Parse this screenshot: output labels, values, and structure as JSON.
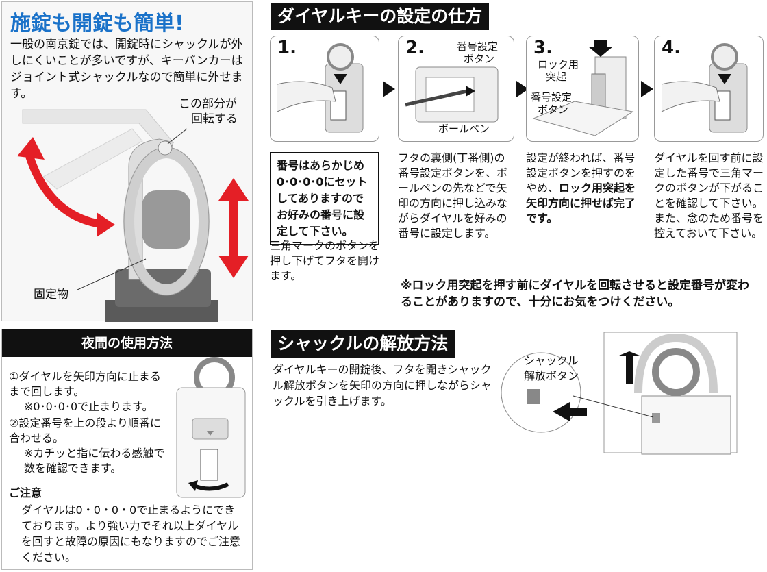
{
  "top_left": {
    "title": "施錠も開錠も簡単!",
    "description": "一般の南京錠では、開錠時にシャックルが外しにくいことが多いですが、キーバンカーはジョイント式シャックルなので簡単に外せます。",
    "label_rotate_1": "この部分が",
    "label_rotate_2": "回転する",
    "label_fixed": "固定物"
  },
  "dial_setting": {
    "title": "ダイヤルキーの設定の仕方",
    "steps": [
      {
        "num": "1."
      },
      {
        "num": "2.",
        "label_button_1": "番号設定",
        "label_button_2": "ボタン",
        "label_pen": "ボールペン"
      },
      {
        "num": "3.",
        "label_lock_1": "ロック用",
        "label_lock_2": "突起",
        "label_button_1": "番号設定",
        "label_button_2": "ボタン"
      },
      {
        "num": "4."
      }
    ],
    "step1_boxed": "番号はあらかじめ 0･0･0･0にセットしてありますのでお好みの番号に設定して下さい。",
    "step1_text": "三角マークのボタンを押し下げてフタを開けます。",
    "step2_text": "フタの裏側(丁番側)の番号設定ボタンを、ボールペンの先などで矢印の方向に押し込みながらダイヤルを好みの番号に設定します。",
    "step3_text_a": "設定が終われば、番号設定ボタンを押すのをやめ、",
    "step3_text_b": "ロック用突起を矢印方向に押せば完了です。",
    "step4_text": "ダイヤルを回す前に設定した番号で三角マークのボタンが下がることを確認して下さい。また、念のため番号を控えておいて下さい。",
    "warning": "※ロック用突起を押す前にダイヤルを回転させると設定番号が変わることがありますので、十分にお気をつけください。"
  },
  "night_use": {
    "title": "夜間の使用方法",
    "item1": "①ダイヤルを矢印方向に止まるまで回します。",
    "item1_note": "※0･0･0･0で止まります。",
    "item2": "②設定番号を上の段より順番に合わせる。",
    "item2_note": "※カチッと指に伝わる感触で数を確認できます。",
    "caution_title": "ご注意",
    "caution_text": "ダイヤルは0・0・0・0で止まるようにできております。より強い力でそれ以上ダイヤルを回すと故障の原因にもなりますのでご注意ください。"
  },
  "shackle_release": {
    "title": "シャックルの解放方法",
    "text": "ダイヤルキーの開錠後、フタを開きシャックル解放ボタンを矢印の方向に押しながらシャックルを引き上げます。",
    "label_1": "シャックル",
    "label_2": "解放ボタン"
  },
  "colors": {
    "red": "#e41f26",
    "blue": "#1a72c9",
    "black": "#111111"
  }
}
